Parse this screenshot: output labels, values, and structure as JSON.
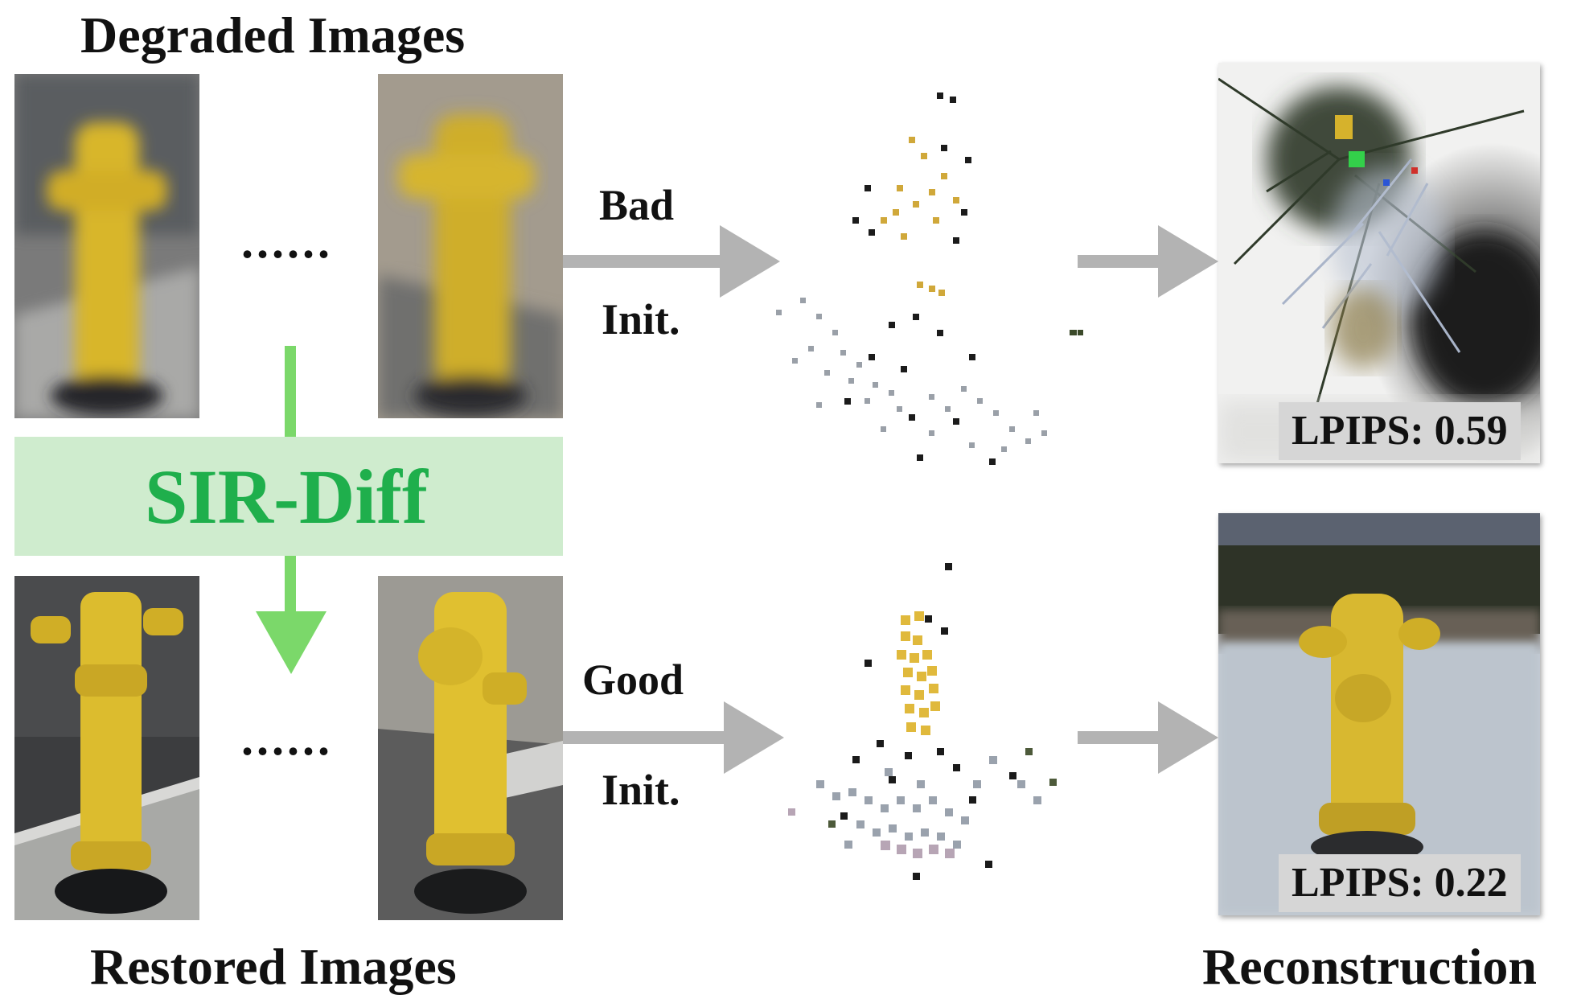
{
  "labels": {
    "degraded": "Degraded Images",
    "restored": "Restored Images",
    "reconstruction": "Reconstruction",
    "method": "SIR-Diff",
    "ellipsis": "......"
  },
  "rows": {
    "bad": {
      "label_top": "Bad",
      "label_bottom": "Init.",
      "metric": "LPIPS: 0.59"
    },
    "good": {
      "label_top": "Good",
      "label_bottom": "Init.",
      "metric": "LPIPS: 0.22"
    }
  },
  "colors": {
    "green_accent": "#7bd86a",
    "box_fill": "#cfecce",
    "method_text": "#1faf4c",
    "arrow_gray": "#b3b3b3",
    "hydrant_yellow": "#e3c330"
  }
}
